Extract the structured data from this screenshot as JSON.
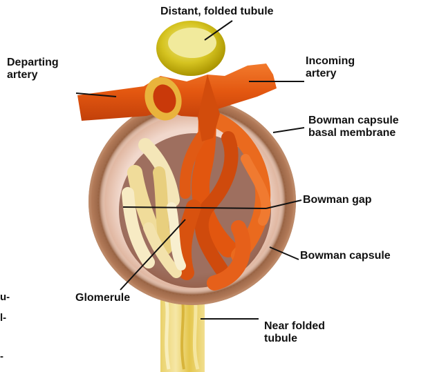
{
  "labels": {
    "distant_tubule": "Distant, folded tubule",
    "departing_artery_line1": "Departing",
    "departing_artery_line2": "artery",
    "incoming_artery_line1": "Incoming",
    "incoming_artery_line2": "artery",
    "basal_membrane_line1": "Bowman capsule",
    "basal_membrane_line2": "basal membrane",
    "bowman_gap": "Bowman gap",
    "bowman_capsule": "Bowman capsule",
    "glomerule": "Glomerule",
    "near_tubule_line1": "Near folded",
    "near_tubule_line2": "tubule"
  },
  "edge_fragments": [
    "u-",
    "l-",
    "-"
  ],
  "colors": {
    "artery": "#e85a10",
    "capillary_dark": "#b83a08",
    "capsule_outer": "#a0603a",
    "capsule_fill": "#e8c4b4",
    "tubule_yellow": "#e8d050",
    "tubule_cream": "#f2e2a8",
    "distant_tubule": "#c8b800",
    "leader_line": "#111111"
  }
}
